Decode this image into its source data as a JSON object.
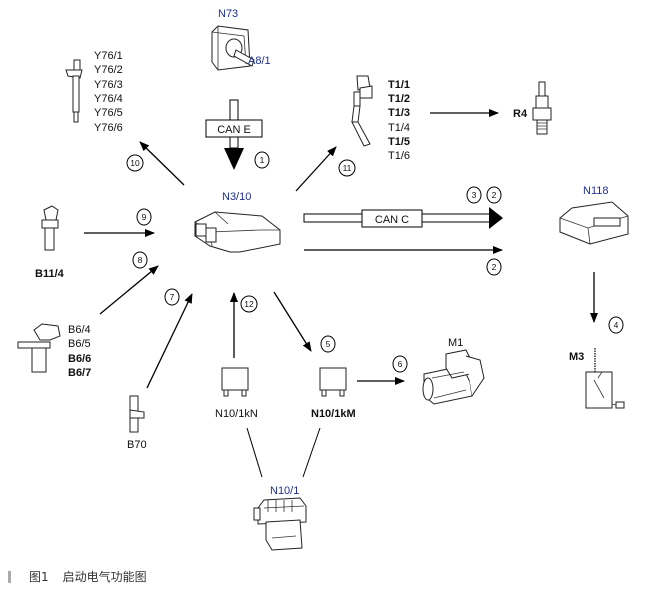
{
  "components": {
    "n73": {
      "label": "N73"
    },
    "a8_1": {
      "label": "A8/1"
    },
    "y76": {
      "labels": [
        "Y76/1",
        "Y76/2",
        "Y76/3",
        "Y76/4",
        "Y76/5",
        "Y76/6"
      ]
    },
    "t1": {
      "labels": [
        "T1/1",
        "T1/2",
        "T1/3",
        "T1/4",
        "T1/5",
        "T1/6"
      ]
    },
    "r4": {
      "label": "R4"
    },
    "n3_10": {
      "label": "N3/10"
    },
    "n118": {
      "label": "N118"
    },
    "m3": {
      "label": "M3"
    },
    "b11_4": {
      "label": "B11/4"
    },
    "b6": {
      "labels": [
        "B6/4",
        "B6/5",
        "B6/6",
        "B6/7"
      ]
    },
    "b70": {
      "label": "B70"
    },
    "n10_1kn": {
      "label": "N10/1kN"
    },
    "n10_1km": {
      "label": "N10/1kM"
    },
    "m1": {
      "label": "M1"
    },
    "n10_1": {
      "label": "N10/1"
    }
  },
  "buses": {
    "can_e": "CAN E",
    "can_c": "CAN C"
  },
  "signals": {
    "s1": "1",
    "s2a": "2",
    "s2b": "2",
    "s3": "3",
    "s4": "4",
    "s5": "5",
    "s6": "6",
    "s7": "7",
    "s8": "8",
    "s9": "9",
    "s10": "10",
    "s11": "11",
    "s12": "12"
  },
  "caption": {
    "figure": "图1",
    "title": "启动电气功能图"
  },
  "colors": {
    "component_label_blue": "#1f2f8f",
    "line": "#000000"
  }
}
